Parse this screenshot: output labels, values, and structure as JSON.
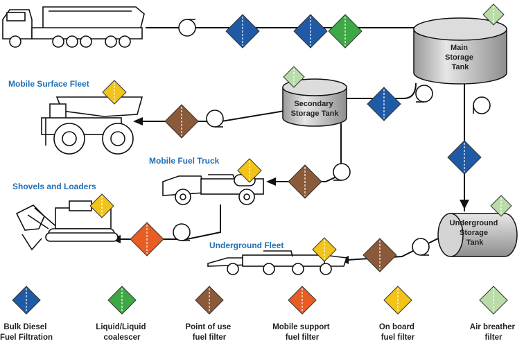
{
  "colors": {
    "bulk_diesel": "#1f5aa6",
    "liquid_coalescer": "#3fa846",
    "point_of_use": "#8a5a3a",
    "mobile_support": "#e85d24",
    "on_board": "#f2c419",
    "air_breather": "#b9dca8",
    "label_blue": "#1f6fb5",
    "line": "#111111",
    "tank_fill": "#c4c4c4"
  },
  "fleet_labels": {
    "mobile_surface": "Mobile Surface Fleet",
    "mobile_fuel_truck": "Mobile Fuel Truck",
    "shovels_loaders": "Shovels and Loaders",
    "underground_fleet": "Underground Fleet"
  },
  "tanks": {
    "main": [
      "Main",
      "Storage",
      "Tank"
    ],
    "secondary": [
      "Secondary",
      "Storage Tank"
    ],
    "underground": [
      "Underground",
      "Storage",
      "Tank"
    ]
  },
  "legend": [
    {
      "key": "bulk_diesel",
      "color": "#1f5aa6",
      "lines": [
        "Bulk Diesel",
        "Fuel Filtration"
      ]
    },
    {
      "key": "liquid_coalescer",
      "color": "#3fa846",
      "lines": [
        "Liquid/Liquid",
        "coalescer"
      ]
    },
    {
      "key": "point_of_use",
      "color": "#8a5a3a",
      "lines": [
        "Point of use",
        "fuel filter"
      ]
    },
    {
      "key": "mobile_support",
      "color": "#e85d24",
      "lines": [
        "Mobile support",
        "fuel filter"
      ]
    },
    {
      "key": "on_board",
      "color": "#f2c419",
      "lines": [
        "On board",
        "fuel filter"
      ]
    },
    {
      "key": "air_breather",
      "color": "#b9dca8",
      "lines": [
        "Air breather",
        "filter"
      ]
    }
  ]
}
